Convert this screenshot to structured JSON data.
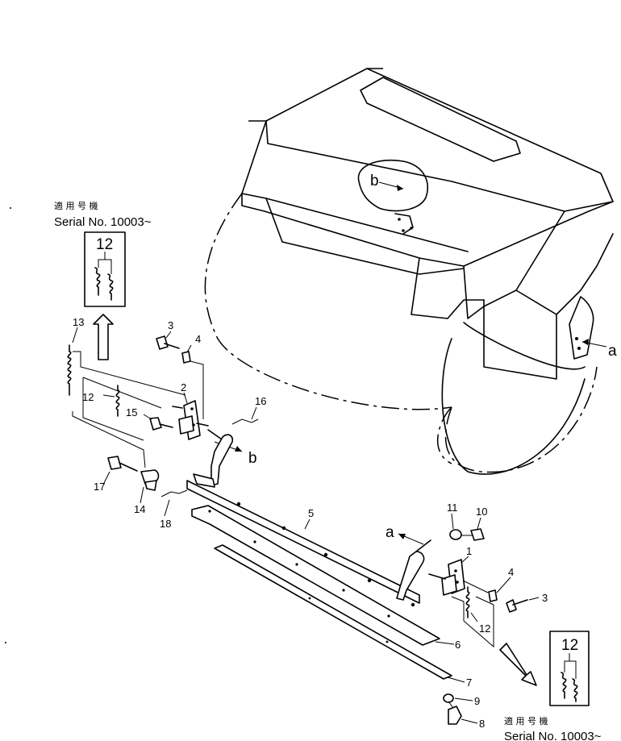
{
  "labels": {
    "serial_jp": "適 用 号 機",
    "serial_no": "Serial No. 10003~",
    "detail_part": "12",
    "ref_a": "a",
    "ref_b": "b"
  },
  "callouts": {
    "p1": "1",
    "p2": "2",
    "p3": "3",
    "p4": "4",
    "p5": "5",
    "p6": "6",
    "p7": "7",
    "p8": "8",
    "p9": "9",
    "p10": "10",
    "p11": "11",
    "p12": "12",
    "p13": "13",
    "p14": "14",
    "p15": "15",
    "p16": "16",
    "p17": "17",
    "p18": "18"
  }
}
